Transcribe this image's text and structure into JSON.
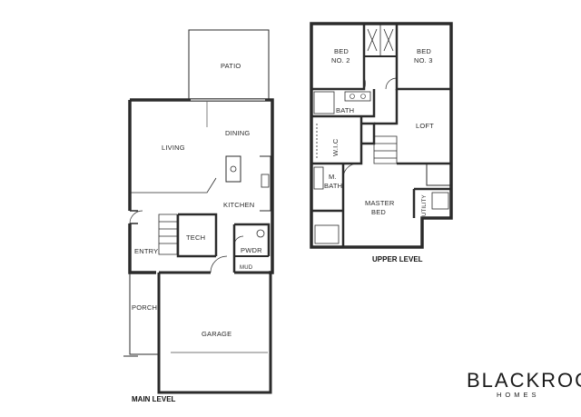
{
  "main_level": {
    "title": "MAIN LEVEL",
    "rooms": {
      "patio": "PATIO",
      "living": "LIVING",
      "dining": "DINING",
      "kitchen": "KITCHEN",
      "tech": "TECH",
      "pwdr": "PWDR",
      "mud": "MUD",
      "entry": "ENTRY",
      "porch": "PORCH",
      "garage": "GARAGE"
    }
  },
  "upper_level": {
    "title": "UPPER LEVEL",
    "rooms": {
      "bed2_line1": "BED",
      "bed2_line2": "NO. 2",
      "bed3_line1": "BED",
      "bed3_line2": "NO. 3",
      "bath": "BATH",
      "loft": "LOFT",
      "wic": "W.I.C",
      "mbath_line1": "M.",
      "mbath_line2": "BATH",
      "master_line1": "MASTER",
      "master_line2": "BED",
      "utility": "UTILITY"
    }
  },
  "brand": {
    "name": "BLACKROCK",
    "sub": "HOMES"
  },
  "colors": {
    "wall": "#2b2b2b",
    "thin_line": "#555555",
    "background": "#ffffff"
  }
}
